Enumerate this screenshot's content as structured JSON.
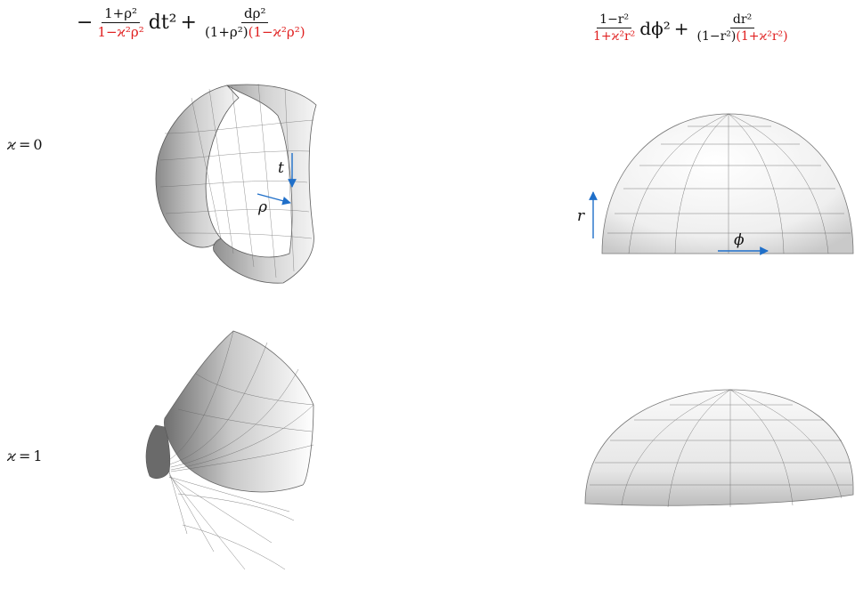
{
  "formulas": {
    "left": {
      "sign": "−",
      "term1": {
        "numerator": "1+ρ²",
        "denominator": "1−ϰ²ρ²",
        "suffix": "dt²"
      },
      "plus": "+",
      "term2": {
        "numerator": "dρ²",
        "denominator_black": "(1+ρ²)",
        "denominator_red": "(1−ϰ²ρ²)"
      }
    },
    "right": {
      "term1": {
        "numerator": "1−r²",
        "denominator": "1+ϰ²r²",
        "suffix": "dϕ²"
      },
      "plus": "+",
      "term2": {
        "numerator": "dr²",
        "denominator_black": "(1−r²)",
        "denominator_red": "(1+ϰ²r²)"
      }
    }
  },
  "rows": [
    {
      "symbol": "ϰ",
      "equals": "=",
      "value": "0"
    },
    {
      "symbol": "ϰ",
      "equals": "=",
      "value": "1"
    }
  ],
  "annotations": {
    "t": "t",
    "rho": "ρ",
    "r": "r",
    "phi": "ϕ"
  },
  "colors": {
    "highlight": "#e02020",
    "arrow": "#1f6fc9",
    "mesh": "#555555"
  }
}
